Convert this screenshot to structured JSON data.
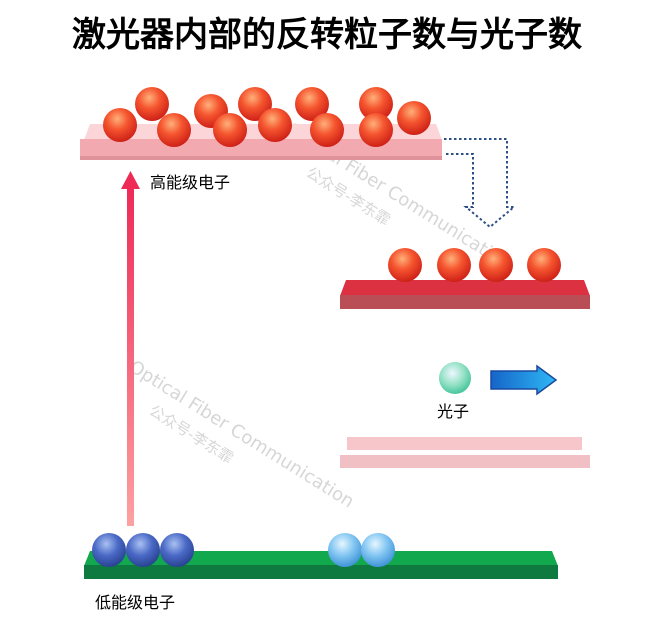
{
  "title": "激光器内部的反转粒子数与光子数",
  "labels": {
    "high_level": "高能级电子",
    "photon": "光子",
    "low_level": "低能级电子"
  },
  "watermark": {
    "line1": "Optical Fiber Communication",
    "line2": "公众号-李东霏"
  },
  "colors": {
    "electron_excited": "#e8412c",
    "electron_ground": "#3f5fb8",
    "electron_ground_light": "#6ab4ea",
    "photon": "#5fd3a9",
    "high_platform": "#f7c5c9",
    "mid_platform": "#d83545",
    "low_platform": "#1aa84a",
    "arrow_pump": "#ef3d59",
    "arrow_photon": "#1fa3ec"
  }
}
